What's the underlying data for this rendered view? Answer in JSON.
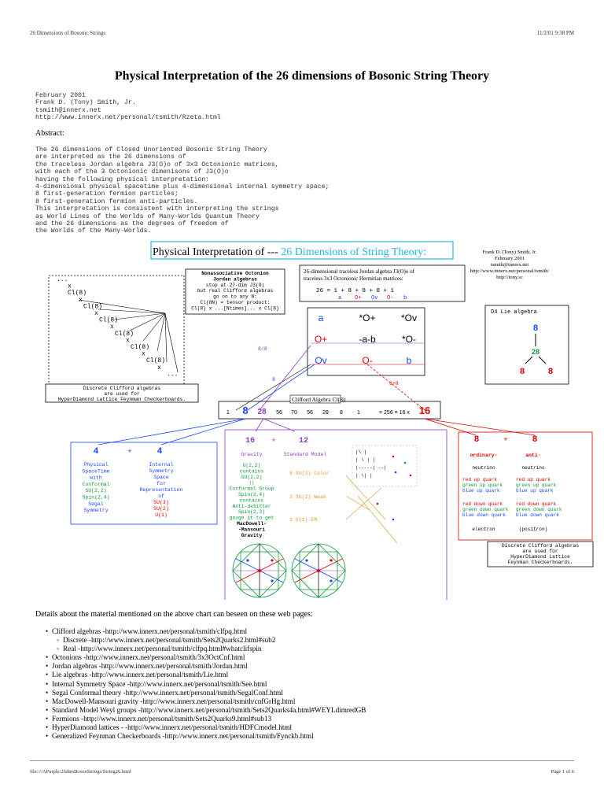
{
  "header": {
    "left": "26 Dimensions of Bosonic Strings",
    "right": "11/2/01 9:38 PM"
  },
  "title": "Physical Interpretation of the 26 dimensions of Bosonic String Theory",
  "meta": [
    "February 2001",
    "Frank D. (Tony) Smith, Jr.",
    "tsmith@innerx.net",
    "http://www.innerx.net/personal/tsmith/Rzeta.html"
  ],
  "abstract_label": "Abstract:",
  "abstract_lines": [
    "The 26 dimensions of Closed Unoriented Bosonic String Theory",
    "are interpreted as the 26 dimensions of",
    "the traceless Jordan algebra J3(O)o of 3x3 Octonionic matrices,",
    "with each of the 3 Octonionic dimenisons of J3(O)o",
    "having the following physical interpretation:",
    "4-dimensional physical spacetime plus 4-dimensional internal symmetry space;",
    "8 first-generation fermion particles;",
    "8 first-generation fermion anti-particles.",
    "This interpretation is consistent with interpreting the strings",
    "as World Lines of the Worlds of Many-Worlds Quantum Theory",
    "and the 26 dimensions as the degrees of freedom of",
    "the Worlds of the Many-Worlds."
  ],
  "figure": {
    "title_black": "Physical Interpretation of --- ",
    "title_cyan": "26 Dimensions of String Theory:",
    "author": [
      "Frank D. (Tony) Smith, Jr.",
      "February 2001",
      "tsmith@innerx.net",
      "http://www.innerx.net/personal/tsmith/",
      "http://tony.sc"
    ],
    "cl_stack": [
      "...",
      "x",
      "Cl(8)",
      "x",
      "Cl(8)",
      "x",
      "Cl(8)",
      "x",
      "Cl(8)",
      "x",
      "Cl(8)",
      "x",
      "Cl(8)",
      "x",
      "..."
    ],
    "nonassoc": [
      "Nonassociative Octonion",
      "Jordan algebras",
      "stop at 27-dim J3(O)",
      "but real Clifford algebras",
      "go on to any N:",
      "Cl(8N) = tensor product:",
      "Cl(8) x ...[Ntimes]... x Cl(8)"
    ],
    "jordan_title": [
      "26-dimensional traceless Jordan algebra J3(O)o of",
      "traceless 3x3 Octonionic Hermitian matrices:"
    ],
    "jordan_sum": "26 = 1 + 8 + 8 + 8 + 1",
    "jordan_sub": [
      "a",
      "O+",
      "Ov",
      "O-",
      "b"
    ],
    "matrix": [
      "a",
      "*O+",
      "*Ov",
      "O+",
      "-a-b",
      "*O-",
      "Ov",
      "O-",
      "b"
    ],
    "d4_title": "D4 Lie algebra",
    "d4_nums": [
      "8",
      "28",
      "8",
      "8"
    ],
    "lbl_88": "8/8",
    "lbl_8": "8",
    "lbl_88b": "8+8",
    "discrete_left": [
      "Discrete Clifford algebras",
      "are used for",
      "HyperDiamond Lattice Feynman Checkerboards."
    ],
    "clifford_title": "Clifford Algebra Cl(8):",
    "clifford_row": [
      "1",
      "8",
      "28",
      "56",
      "70",
      "56",
      "28",
      "8",
      "1",
      "= 256 = 16 x",
      "16"
    ],
    "blue_box": {
      "top": [
        "4",
        "+",
        "4"
      ],
      "left": [
        "Physical",
        "SpaceTime",
        "with",
        "Conformal",
        "SU(2,2)",
        "Spin(2,4)",
        "Segal",
        "Symmetry"
      ],
      "right": [
        "Internal",
        "Symmetry",
        "Space",
        "for",
        "Representation",
        "of",
        "SU(3)",
        "SU(2)",
        "U(1)"
      ]
    },
    "green_box": {
      "top": [
        "16",
        "+",
        "12"
      ],
      "heads": [
        "Gravity",
        "Standard Model"
      ],
      "left": [
        "U(2,2)",
        "contains",
        "SU(2,2)",
        "||",
        "Conformal Group",
        "Spin(2,4)",
        "contains",
        "Anti-deSitter",
        "Spin(2,3)",
        "gauge it to get",
        "MacDowell-",
        "-Mansouri",
        "Gravity"
      ],
      "sm": [
        "8  SU(3) Color",
        "3  SU(2) Weak",
        "1  U(1) EM"
      ]
    },
    "red_box": {
      "top": [
        "8",
        "+",
        "8"
      ],
      "heads": [
        "ordinary-",
        "anti-"
      ],
      "left": [
        "neutrino",
        "red up quark",
        "green up quark",
        "blue up quark",
        "red down quark",
        "green down quark",
        "blue down quark",
        "electron"
      ],
      "right": [
        "neutrino",
        "red up quark",
        "green up quark",
        "blue up quark",
        "red down quark",
        "green down quark",
        "blue down quark",
        "(positron)"
      ]
    },
    "discrete_right": [
      "Discrete Clifford algebras",
      "are used for",
      "HyperDiamond Lattice",
      "Feynman Checkerboards."
    ]
  },
  "details": "Details about the material mentioned on the above chart can beseen on these web pages:",
  "links": [
    {
      "text": "Clifford algebras -http://www.innerx.net/personal/tsmith/clfpq.html",
      "sub": false
    },
    {
      "text": "Discrete -http://www.innerx.net/personal/tsmith/Sets2Quarks2.html#sub2",
      "sub": true
    },
    {
      "text": "Real -http://www.innerx.net/personal/tsmith/clfpq.html#whatclifspin",
      "sub": true
    },
    {
      "text": "Octonions -http://www.innerx.net/personal/tsmith/3x3OctCnf.html",
      "sub": false
    },
    {
      "text": "Jordan algebras -http://www.innerx.net/personal/tsmith/Jordan.html",
      "sub": false
    },
    {
      "text": "Lie algebras -http://www.innerx.net/personal/tsmith/Lie.html",
      "sub": false
    },
    {
      "text": "Internal Symmetry Space -http://www.innerx.net/personal/tsmith/See.html",
      "sub": false
    },
    {
      "text": "Segal Conformal theory -http://www.innerx.net/personal/tsmith/SegalConf.html",
      "sub": false
    },
    {
      "text": "MacDowell-Mansouri gravity -http://www.innerx.net/personal/tsmith/cnfGrHg.html",
      "sub": false
    },
    {
      "text": "Standard Model Weyl groups -http://www.innerx.net/personal/tsmith/Sets2Quarks4a.html#WEYLdimredGB",
      "sub": false
    },
    {
      "text": "Fermions -http://www.innerx.net/personal/tsmith/Sets2Quarks9.html#sub13",
      "sub": false
    },
    {
      "text": "HyperDiamond lattices - -http://www.innerx.net/personal/tsmith/HDFCmodel.html",
      "sub": false
    },
    {
      "text": "Generalized Feynman Checkerboards -http://www.innerx.net/personal/tsmith/Fynckb.html",
      "sub": false
    }
  ],
  "footer": {
    "left": "file:///APurple/26dimBosonStrings/String26.html",
    "right": "Page 1 of 6"
  }
}
